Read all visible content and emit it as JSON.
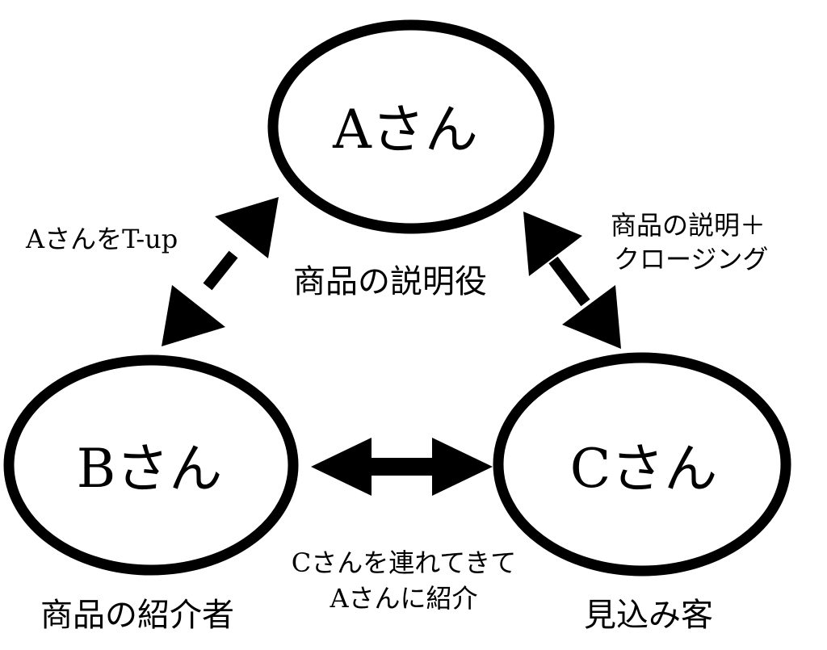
{
  "nodes": {
    "a": {
      "label": "Aさん",
      "role": "商品の説明役"
    },
    "b": {
      "label": "Bさん",
      "role": "商品の紹介者"
    },
    "c": {
      "label": "Cさん",
      "role": "見込み客"
    }
  },
  "edges": {
    "b_to_a": {
      "label": "AさんをT-up"
    },
    "a_to_c": {
      "line1": "商品の説明＋",
      "line2": "クロージング"
    },
    "b_to_c": {
      "line1": "Cさんを連れてきて",
      "line2": "Aさんに紹介"
    }
  },
  "colors": {
    "stroke": "#000000",
    "background": "#ffffff"
  }
}
